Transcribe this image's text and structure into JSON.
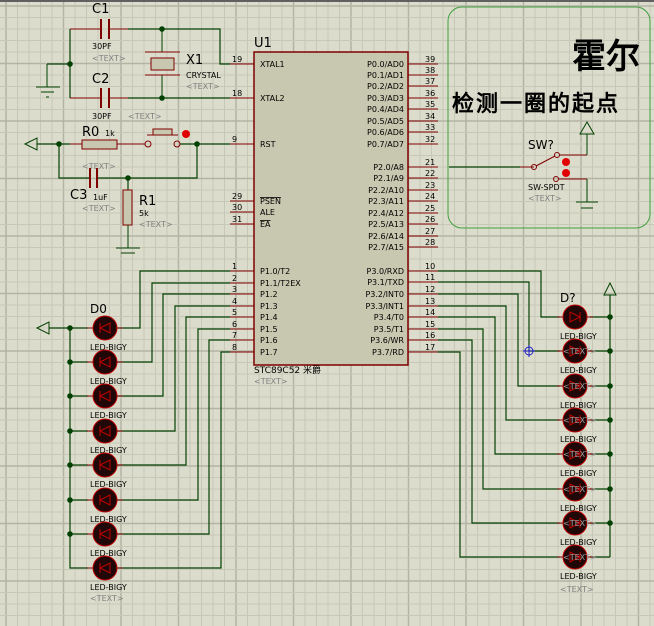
{
  "colors": {
    "background": "#dcdccc",
    "grid_minor": "#c8c8b8",
    "grid_major": "#b4b4a4",
    "wire": "#004000",
    "pin": "#800000",
    "body_fill": "#c8c8b0",
    "body_stroke": "#800000",
    "led_fill": "#200808",
    "led_edge": "#c00000",
    "text": "#000000",
    "text_placeholder": "#808080",
    "box": "#40a040",
    "probe": "#2020c0"
  },
  "title_box": {
    "line1": "霍尔",
    "line2": "检测一圈的起点"
  },
  "components": {
    "c1": {
      "ref": "C1",
      "value": "30PF",
      "text": "<TEXT>"
    },
    "c2": {
      "ref": "C2",
      "value": "30PF",
      "text": "<TEXT>"
    },
    "x1": {
      "ref": "X1",
      "value": "CRYSTAL",
      "text": "<TEXT>"
    },
    "r0": {
      "ref": "R0",
      "value": "1k",
      "text": "<TEXT>"
    },
    "c3": {
      "ref": "C3",
      "value": "1uF",
      "text": "<TEXT>"
    },
    "r1": {
      "ref": "R1",
      "value": "5k",
      "text": "<TEXT>"
    },
    "sw": {
      "ref": "SW?",
      "value": "SW-SPDT",
      "text": "<TEXT>"
    },
    "d_left": {
      "ref": "D0",
      "value": "LED-BIGY",
      "text": "<TEXT>"
    },
    "d_right": {
      "ref": "D?",
      "value": "LED-BIGY",
      "text": "<TEXT>"
    }
  },
  "u1": {
    "ref": "U1",
    "part": "STC89C52 米爵",
    "text": "<TEXT>",
    "left_pins": [
      {
        "num": "19",
        "name": "XTAL1"
      },
      {
        "num": "18",
        "name": "XTAL2"
      },
      {
        "num": "9",
        "name": "RST"
      },
      {
        "num": "29",
        "name": "PSEN"
      },
      {
        "num": "30",
        "name": "ALE"
      },
      {
        "num": "31",
        "name": "EA"
      },
      {
        "num": "1",
        "name": "P1.0/T2"
      },
      {
        "num": "2",
        "name": "P1.1/T2EX"
      },
      {
        "num": "3",
        "name": "P1.2"
      },
      {
        "num": "4",
        "name": "P1.3"
      },
      {
        "num": "5",
        "name": "P1.4"
      },
      {
        "num": "6",
        "name": "P1.5"
      },
      {
        "num": "7",
        "name": "P1.6"
      },
      {
        "num": "8",
        "name": "P1.7"
      }
    ],
    "right_pins": [
      {
        "num": "39",
        "name": "P0.0/AD0"
      },
      {
        "num": "38",
        "name": "P0.1/AD1"
      },
      {
        "num": "37",
        "name": "P0.2/AD2"
      },
      {
        "num": "36",
        "name": "P0.3/AD3"
      },
      {
        "num": "35",
        "name": "P0.4/AD4"
      },
      {
        "num": "34",
        "name": "P0.5/AD5"
      },
      {
        "num": "33",
        "name": "P0.6/AD6"
      },
      {
        "num": "32",
        "name": "P0.7/AD7"
      },
      {
        "num": "21",
        "name": "P2.0/A8"
      },
      {
        "num": "22",
        "name": "P2.1/A9"
      },
      {
        "num": "23",
        "name": "P2.2/A10"
      },
      {
        "num": "24",
        "name": "P2.3/A11"
      },
      {
        "num": "25",
        "name": "P2.4/A12"
      },
      {
        "num": "26",
        "name": "P2.5/A13"
      },
      {
        "num": "27",
        "name": "P2.6/A14"
      },
      {
        "num": "28",
        "name": "P2.7/A15"
      },
      {
        "num": "10",
        "name": "P3.0/RXD"
      },
      {
        "num": "11",
        "name": "P3.1/TXD"
      },
      {
        "num": "12",
        "name": "P3.2/INT0"
      },
      {
        "num": "13",
        "name": "P3.3/INT1"
      },
      {
        "num": "14",
        "name": "P3.4/T0"
      },
      {
        "num": "15",
        "name": "P3.5/T1"
      },
      {
        "num": "16",
        "name": "P3.6/WR"
      },
      {
        "num": "17",
        "name": "P3.7/RD"
      }
    ]
  },
  "led_text_placeholder": "<TEXT>"
}
